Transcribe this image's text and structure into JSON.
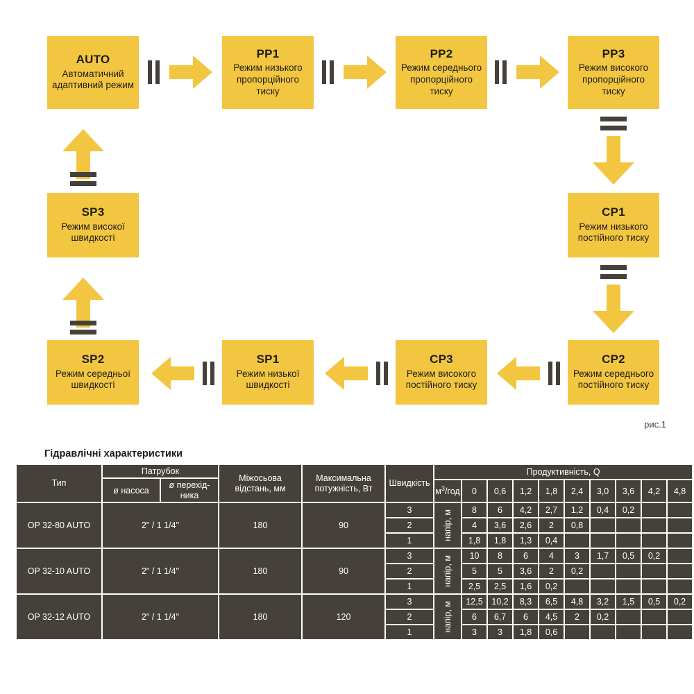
{
  "figure": {
    "caption": "рис.1",
    "colors": {
      "node": "#F2C641",
      "dash": "#454139",
      "table_dark": "#45413A",
      "table_gray": "#9C9A93"
    },
    "nodes": [
      {
        "code": "AUTO",
        "desc": "Автоматичний\nадаптивний режим"
      },
      {
        "code": "PP1",
        "desc": "Режим низького\nпропорційного\nтиску"
      },
      {
        "code": "PP2",
        "desc": "Режим середнього\nпропорційного\nтиску"
      },
      {
        "code": "PP3",
        "desc": "Режим високого\nпропорційного\nтиску"
      },
      {
        "code": "CP1",
        "desc": "Режим низького\nпостійного тиску"
      },
      {
        "code": "CP2",
        "desc": "Режим середнього\nпостійного тиску"
      },
      {
        "code": "CP3",
        "desc": "Режим високого\nпостійного тиску"
      },
      {
        "code": "SP1",
        "desc": "Режим низької\nшвидкості"
      },
      {
        "code": "SP2",
        "desc": "Режим середньої\nшвидкості"
      },
      {
        "code": "SP3",
        "desc": "Режим високої\nшвидкості"
      }
    ]
  },
  "table": {
    "title": "Гідравлічні характеристики",
    "headers": {
      "type": "Тип",
      "patrubok": "Патрубок",
      "pump_diameter": "ø насоса",
      "adapter_diameter": "ø перехід-\nника",
      "axis_distance": "Міжосьова\nвідстань, мм",
      "max_power": "Максимальна\nпотужність, Вт",
      "speed": "Швидкість",
      "productivity": "Продуктивність, Q",
      "flow_unit": "м³/год",
      "head_label": "напір, м"
    },
    "flow_values": [
      "0",
      "0,6",
      "1,2",
      "1,8",
      "2,4",
      "3,0",
      "3,6",
      "4,2",
      "4,8"
    ],
    "rows": [
      {
        "type": "OP 32-80 AUTO",
        "nozzle": "2\" / 1 1/4\"",
        "axis_distance": "180",
        "max_power": "90",
        "speeds": [
          {
            "speed": "3",
            "head": [
              "8",
              "6",
              "4,2",
              "2,7",
              "1,2",
              "0,4",
              "0,2",
              "",
              ""
            ]
          },
          {
            "speed": "2",
            "head": [
              "4",
              "3,6",
              "2,6",
              "2",
              "0,8",
              "",
              "",
              "",
              ""
            ]
          },
          {
            "speed": "1",
            "head": [
              "1,8",
              "1,8",
              "1,3",
              "0,4",
              "",
              "",
              "",
              "",
              ""
            ]
          }
        ]
      },
      {
        "type": "OP 32-10 AUTO",
        "nozzle": "2\" / 1 1/4\"",
        "axis_distance": "180",
        "max_power": "90",
        "speeds": [
          {
            "speed": "3",
            "head": [
              "10",
              "8",
              "6",
              "4",
              "3",
              "1,7",
              "0,5",
              "0,2",
              ""
            ]
          },
          {
            "speed": "2",
            "head": [
              "5",
              "5",
              "3,6",
              "2",
              "0,2",
              "",
              "",
              "",
              ""
            ]
          },
          {
            "speed": "1",
            "head": [
              "2,5",
              "2,5",
              "1,6",
              "0,2",
              "",
              "",
              "",
              "",
              ""
            ]
          }
        ]
      },
      {
        "type": "OP 32-12 AUTO",
        "nozzle": "2\" / 1 1/4\"",
        "axis_distance": "180",
        "max_power": "120",
        "speeds": [
          {
            "speed": "3",
            "head": [
              "12,5",
              "10,2",
              "8,3",
              "6,5",
              "4,8",
              "3,2",
              "1,5",
              "0,5",
              "0,2"
            ]
          },
          {
            "speed": "2",
            "head": [
              "6",
              "6,7",
              "6",
              "4,5",
              "2",
              "0,2",
              "",
              "",
              ""
            ]
          },
          {
            "speed": "1",
            "head": [
              "3",
              "3",
              "1,8",
              "0,6",
              "",
              "",
              "",
              "",
              ""
            ]
          }
        ]
      }
    ]
  }
}
